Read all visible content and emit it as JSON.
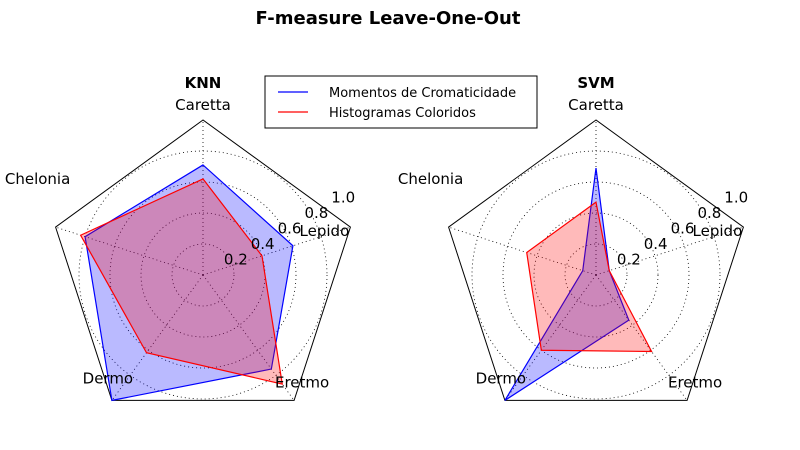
{
  "figure_title": "F-measure Leave-One-Out",
  "legend": {
    "placement": "top-center",
    "entries": [
      {
        "label": "Momentos de Cromaticidade",
        "color": "#0000ff"
      },
      {
        "label": "Histogramas Coloridos",
        "color": "#ff0000"
      }
    ]
  },
  "chart_data": [
    {
      "type": "radar",
      "title": "KNN",
      "categories": [
        "Caretta",
        "Chelonia",
        "Dermo",
        "Eretmo",
        "Lepido"
      ],
      "radial_ticks": [
        "0.2",
        "0.4",
        "0.6",
        "0.8",
        "1.0"
      ],
      "rlim": [
        0,
        1.0
      ],
      "grid": true,
      "series": [
        {
          "name": "Momentos de Cromaticidade",
          "color": "#0000ff",
          "fill": "#0000ff",
          "values": [
            0.71,
            0.8,
            1.0,
            0.75,
            0.61
          ]
        },
        {
          "name": "Histogramas Coloridos",
          "color": "#ff0000",
          "fill": "#ff0000",
          "values": [
            0.62,
            0.83,
            0.62,
            0.87,
            0.4
          ]
        }
      ]
    },
    {
      "type": "radar",
      "title": "SVM",
      "categories": [
        "Caretta",
        "Chelonia",
        "Dermo",
        "Eretmo",
        "Lepido"
      ],
      "radial_ticks": [
        "0.2",
        "0.4",
        "0.6",
        "0.8",
        "1.0"
      ],
      "rlim": [
        0,
        1.0
      ],
      "grid": true,
      "series": [
        {
          "name": "Momentos de Cromaticidade",
          "color": "#0000ff",
          "fill": "#0000ff",
          "values": [
            0.69,
            0.09,
            1.0,
            0.36,
            0.09
          ]
        },
        {
          "name": "Histogramas Coloridos",
          "color": "#ff0000",
          "fill": "#ff0000",
          "values": [
            0.47,
            0.47,
            0.6,
            0.61,
            0.09
          ]
        }
      ]
    }
  ]
}
